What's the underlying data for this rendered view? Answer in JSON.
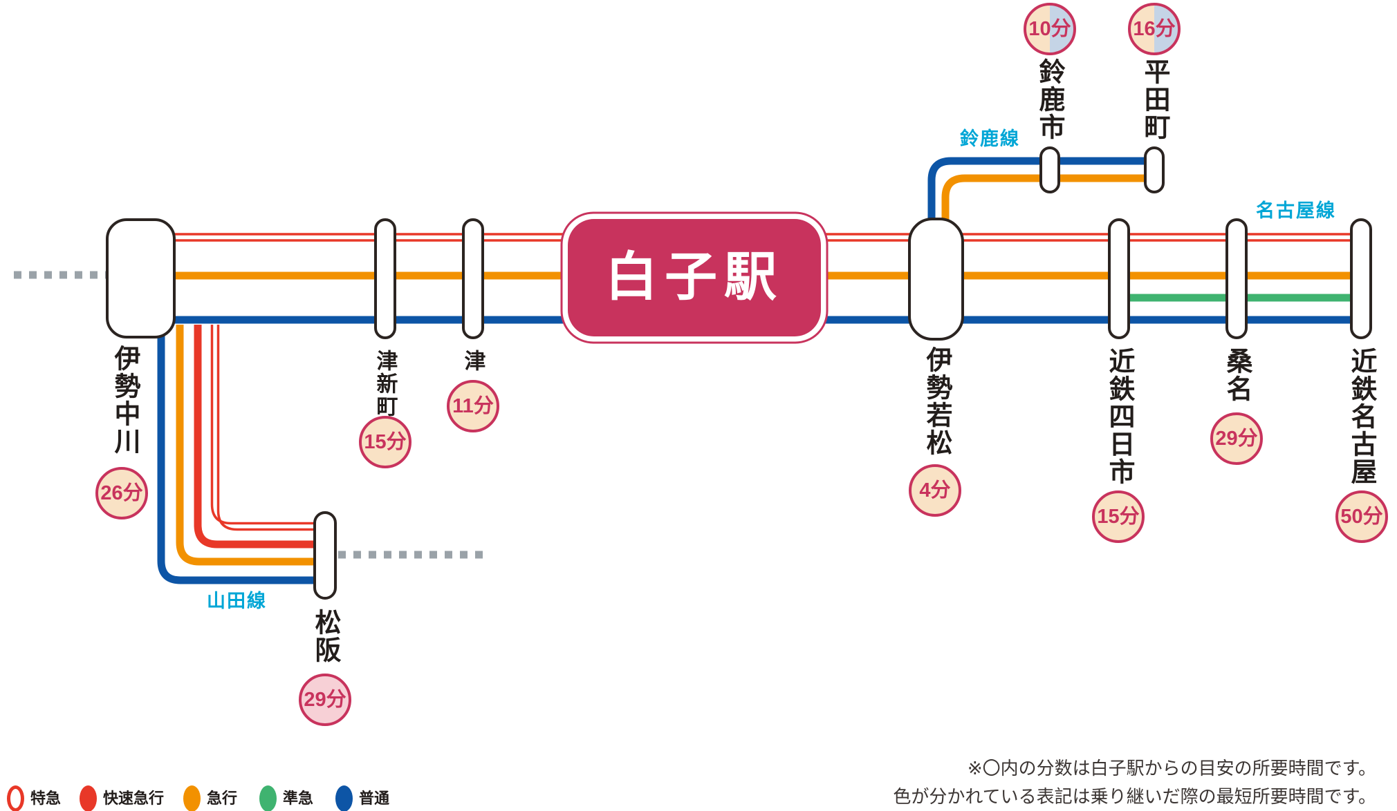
{
  "center_station": {
    "name": "白子駅"
  },
  "line_labels": {
    "suzuka": "鈴鹿線",
    "nagoya": "名古屋線",
    "yamada": "山田線"
  },
  "stations": [
    {
      "name": "伊勢中川",
      "time": "26分"
    },
    {
      "name": "津新町",
      "time": "15分"
    },
    {
      "name": "津",
      "time": "11分"
    },
    {
      "name": "松阪",
      "time": "29分"
    },
    {
      "name": "伊勢若松",
      "time": "4分"
    },
    {
      "name": "鈴鹿市",
      "time": "10分"
    },
    {
      "name": "平田町",
      "time": "16分"
    },
    {
      "name": "近鉄四日市",
      "time": "15分"
    },
    {
      "name": "桑名",
      "time": "29分"
    },
    {
      "name": "近鉄名古屋",
      "time": "50分"
    }
  ],
  "legend": {
    "items": [
      {
        "label": "特急"
      },
      {
        "label": "快速急行"
      },
      {
        "label": "急行"
      },
      {
        "label": "準急"
      },
      {
        "label": "普通"
      }
    ]
  },
  "note": {
    "line1": "※〇内の分数は白子駅からの目安の所要時間です。",
    "line2": "色が分かれている表記は乗り継いだ際の最短所要時間です。"
  },
  "colors": {
    "limited_express_red": "#e83828",
    "rapid_express_red": "#e83828",
    "express_orange": "#f29100",
    "semi_express_green": "#3fb370",
    "local_blue": "#0d55a6",
    "station_crimson": "#c8335d",
    "badge_cream": "#f9e2c5",
    "badge_pink": "#f7d0d6",
    "badge_light_blue": "#c5d4e6",
    "line_label_cyan": "#00a6d6",
    "dotted_gray": "#9aa2a8"
  }
}
